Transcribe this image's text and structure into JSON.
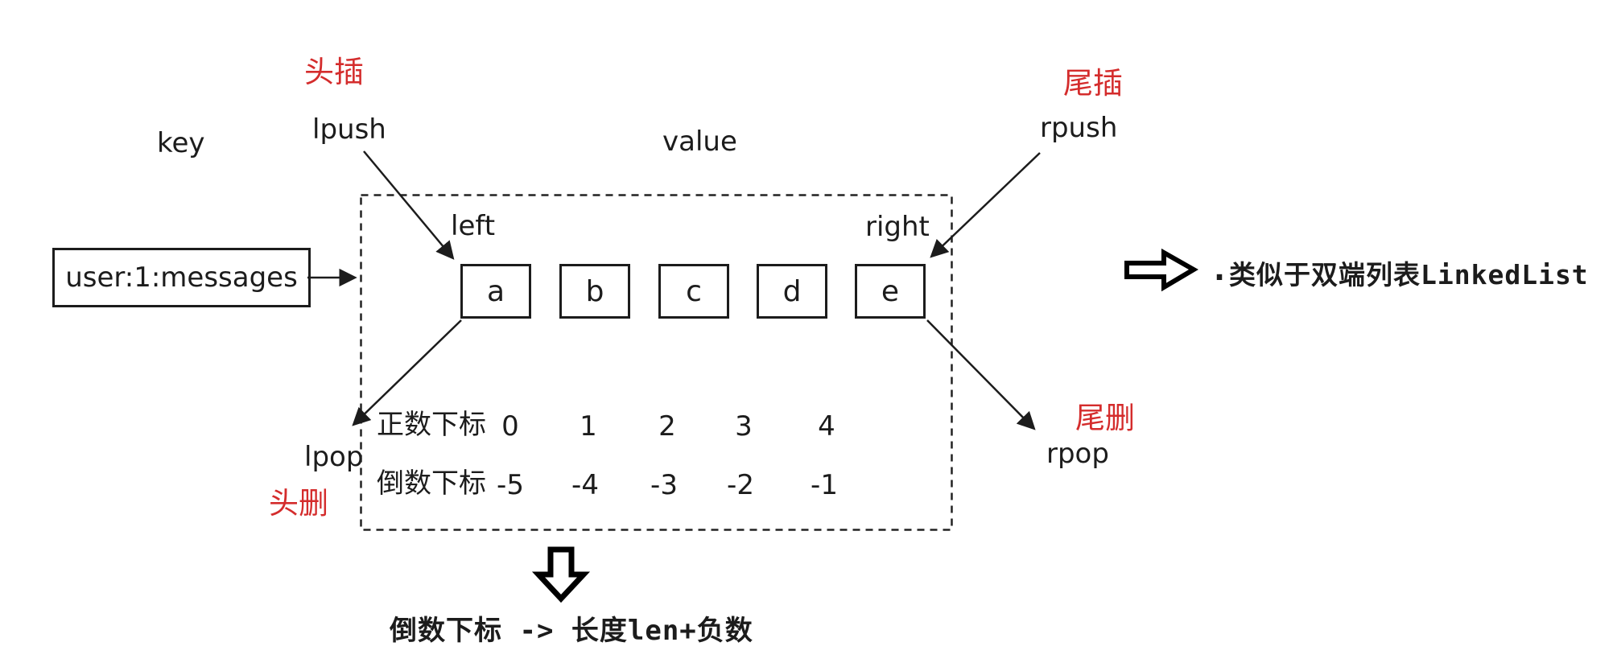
{
  "colors": {
    "accent_red": "#d42c2c",
    "ink": "#1c1c1c",
    "background": "#ffffff"
  },
  "labels": {
    "key": "key",
    "value": "value",
    "left": "left",
    "right": "right",
    "head_insert": "头插",
    "lpush": "lpush",
    "tail_insert": "尾插",
    "rpush": "rpush",
    "head_delete": "头删",
    "lpop": "lpop",
    "tail_delete": "尾删",
    "rpop": "rpop"
  },
  "key_box": {
    "text": "user:1:messages"
  },
  "list": {
    "items": [
      "a",
      "b",
      "c",
      "d",
      "e"
    ]
  },
  "index_rows": {
    "positive": {
      "label": "正数下标",
      "values": [
        "0",
        "1",
        "2",
        "3",
        "4"
      ]
    },
    "negative": {
      "label": "倒数下标",
      "values": [
        "-5",
        "-4",
        "-3",
        "-2",
        "-1"
      ]
    }
  },
  "notes": {
    "linkedlist_prefix": ".",
    "linkedlist": "类似于双端列表LinkedList",
    "negative_index_formula": "倒数下标 -> 长度len+负数"
  }
}
